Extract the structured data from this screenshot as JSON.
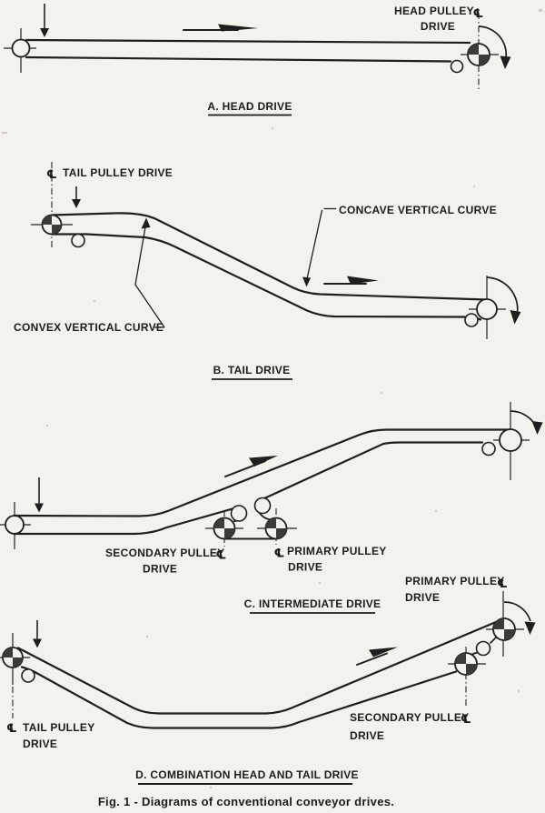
{
  "figure": {
    "caption": "Fig. 1 - Diagrams of conventional conveyor drives.",
    "symbols": {
      "centerline": "℄"
    },
    "colors": {
      "ink": "#1e1e1e",
      "paper": "#f4f2ed",
      "hatch": "#3d3b38"
    },
    "sections": {
      "a": {
        "title": "A. HEAD DRIVE",
        "head_pulley_line1": "HEAD PULLEY",
        "head_pulley_line2": "DRIVE"
      },
      "b": {
        "title": "B. TAIL DRIVE",
        "tail_pulley_drive": "TAIL PULLEY DRIVE",
        "concave_label": "CONCAVE VERTICAL CURVE",
        "convex_label": "CONVEX VERTICAL CURVE"
      },
      "c": {
        "title": "C. INTERMEDIATE DRIVE",
        "secondary_line1": "SECONDARY PULLEY",
        "secondary_line2": "DRIVE",
        "primary_line1": "PRIMARY PULLEY",
        "primary_line2": "DRIVE"
      },
      "d": {
        "title": "D. COMBINATION HEAD AND TAIL DRIVE",
        "primary_line1": "PRIMARY PULLEY",
        "primary_line2": "DRIVE",
        "secondary_line1": "SECONDARY PULLEY",
        "secondary_line2": "DRIVE",
        "tail_line1": "TAIL PULLEY",
        "tail_line2": "DRIVE"
      }
    }
  }
}
